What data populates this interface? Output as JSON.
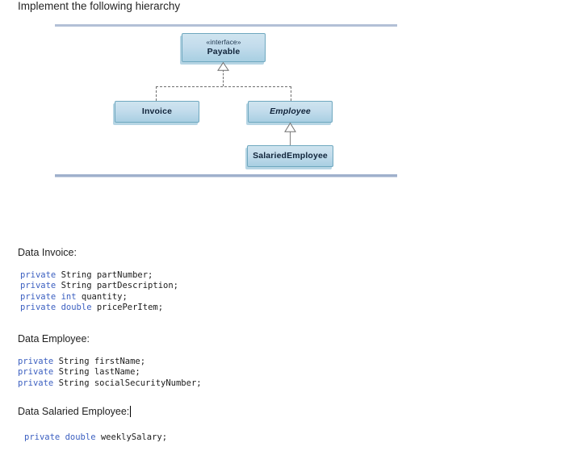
{
  "document": {
    "title": "Implement the following hierarchy"
  },
  "diagram": {
    "type": "uml-class-diagram",
    "rule_color": "#b3c0d6",
    "box_fill": "#c3dcec",
    "box_border": "#6fa8bf",
    "connector_color": "#6e6e6e",
    "boxes": [
      {
        "id": "payable",
        "stereotype": "«interface»",
        "name": "Payable",
        "abstract": false
      },
      {
        "id": "invoice",
        "stereotype": "",
        "name": "Invoice",
        "abstract": false
      },
      {
        "id": "employee",
        "stereotype": "",
        "name": "Employee",
        "abstract": true
      },
      {
        "id": "salariedemployee",
        "stereotype": "",
        "name": "SalariedEmployee",
        "abstract": false
      }
    ],
    "relationships": [
      {
        "from": "Invoice",
        "to": "Payable",
        "type": "realization",
        "style": "dashed"
      },
      {
        "from": "Employee",
        "to": "Payable",
        "type": "realization",
        "style": "dashed"
      },
      {
        "from": "SalariedEmployee",
        "to": "Employee",
        "type": "generalization",
        "style": "solid"
      }
    ]
  },
  "sections": {
    "invoice": {
      "label": "Data Invoice:",
      "code": "private String partNumber;\nprivate String partDescription;\nprivate int quantity;\nprivate double pricePerItem;",
      "fields": [
        {
          "modifier": "private",
          "type": "String",
          "name": "partNumber"
        },
        {
          "modifier": "private",
          "type": "String",
          "name": "partDescription"
        },
        {
          "modifier": "private",
          "type": "int",
          "name": "quantity"
        },
        {
          "modifier": "private",
          "type": "double",
          "name": "pricePerItem"
        }
      ]
    },
    "employee": {
      "label": "Data Employee:",
      "code": "private String firstName;\nprivate String lastName;\nprivate String socialSecurityNumber;",
      "fields": [
        {
          "modifier": "private",
          "type": "String",
          "name": "firstName"
        },
        {
          "modifier": "private",
          "type": "String",
          "name": "lastName"
        },
        {
          "modifier": "private",
          "type": "String",
          "name": "socialSecurityNumber"
        }
      ]
    },
    "salaried": {
      "label": "Data Salaried Employee:",
      "has_caret": true,
      "code": "private double weeklySalary;",
      "fields": [
        {
          "modifier": "private",
          "type": "double",
          "name": "weeklySalary"
        }
      ]
    }
  },
  "syntax_colors": {
    "keyword": "#3b5fc0",
    "identifier": "#1c1c1c"
  }
}
